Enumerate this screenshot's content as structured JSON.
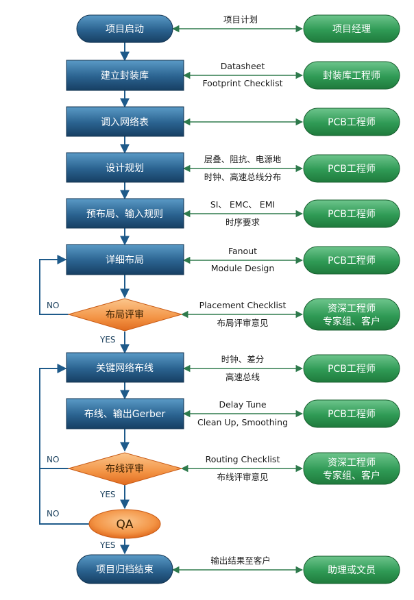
{
  "colors": {
    "process_dark": "#173f63",
    "process_light": "#5a9ac6",
    "role_dark": "#1f7a3c",
    "role_light": "#6dc58c",
    "decision_dark": "#e06a1e",
    "decision_light": "#fbc68c",
    "main_line": "#1e5a8a",
    "side_line": "#2e7a4c"
  },
  "icons": {
    "arrow": "arrow-icon",
    "bidirectional_arrow": "double-arrow-icon"
  },
  "nodes": {
    "start": "项目启动",
    "library": "建立封装库",
    "netlist": "调入网络表",
    "planning": "设计规划",
    "preplace": "预布局、输入规则",
    "placement": "详细布局",
    "placement_review": "布局评审",
    "critical_routing": "关键网络布线",
    "routing": "布线、输出Gerber",
    "routing_review": "布线评审",
    "qa": "QA",
    "archive": "项目归档结束"
  },
  "roles": {
    "r1": "项目经理",
    "r2": "封装库工程师",
    "r3": "PCB工程师",
    "r4": "PCB工程师",
    "r5": "PCB工程师",
    "r6": "PCB工程师",
    "r7_line1": "资深工程师",
    "r7_line2": "专家组、客户",
    "r8": "PCB工程师",
    "r9": "PCB工程师",
    "r10_line1": "资深工程师",
    "r10_line2": "专家组、客户",
    "r11": "助理或文员"
  },
  "connectors": {
    "c1_top": "项目计划",
    "c2_top": "Datasheet",
    "c2_bottom": "Footprint Checklist",
    "c4_top": "层叠、阻抗、电源地",
    "c4_bottom": "时钟、高速总线分布",
    "c5_top": "SI、 EMC、 EMI",
    "c5_bottom": "时序要求",
    "c6_top": "Fanout",
    "c6_bottom": "Module Design",
    "c7_top": "Placement Checklist",
    "c7_bottom": "布局评审意见",
    "c8_top": "时钟、差分",
    "c8_bottom": "高速总线",
    "c9_top": "Delay Tune",
    "c9_bottom": "Clean Up, Smoothing",
    "c10_top": "Routing Checklist",
    "c10_bottom": "布线评审意见",
    "c11_top": "输出结果至客户"
  },
  "branch_labels": {
    "placement_no": "NO",
    "placement_yes": "YES",
    "routing_no": "NO",
    "routing_yes": "YES",
    "qa_no": "NO",
    "qa_yes": "YES"
  }
}
